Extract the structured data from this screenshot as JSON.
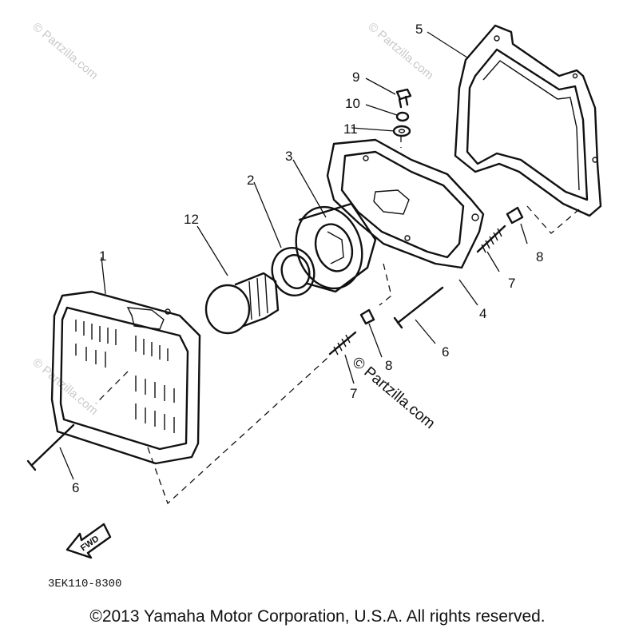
{
  "diagram": {
    "callouts": [
      "1",
      "2",
      "3",
      "4",
      "5",
      "6",
      "6",
      "7",
      "7",
      "8",
      "8",
      "9",
      "10",
      "11",
      "12"
    ],
    "watermark": "© Partzilla.com",
    "diagram_code": "3EK110-8300",
    "fwd_label": "FWD",
    "copyright": "©2013 Yamaha Motor Corporation, U.S.A. All rights reserved."
  }
}
